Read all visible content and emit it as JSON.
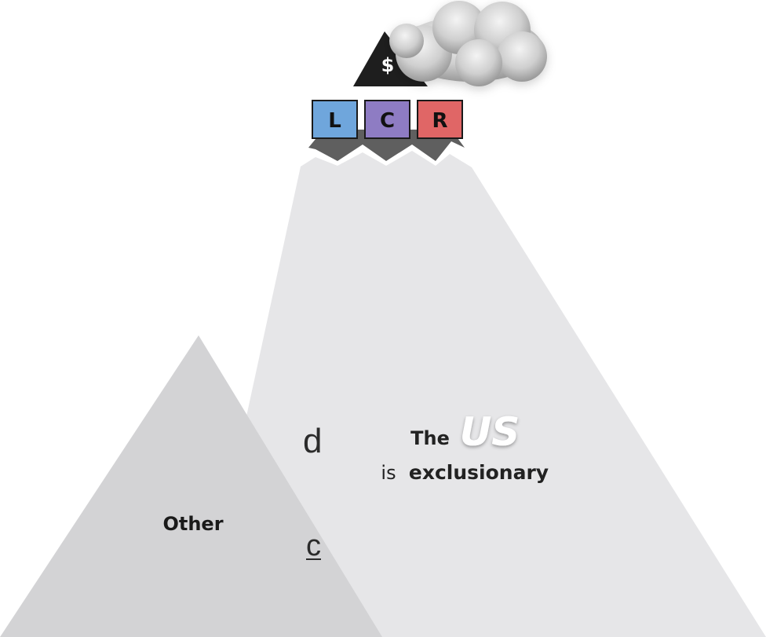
{
  "summit": {
    "currency_symbol": "$",
    "boxes": [
      {
        "label": "L",
        "color": "#6fa6dc"
      },
      {
        "label": "C",
        "color": "#8e7cc3"
      },
      {
        "label": "R",
        "color": "#e06666"
      }
    ]
  },
  "main_peak": {
    "line1_prefix": "The",
    "line1_emphasis": "US",
    "line2_prefix": "is",
    "line2_emphasis": "exclusionary"
  },
  "side_peak": {
    "label": "Other"
  },
  "left_fragments": [
    "d",
    "c"
  ],
  "colors": {
    "main_peak": "#e6e6e8",
    "side_peak": "#d3d3d5",
    "summit_triangle": "#1e1e1e",
    "base_band": "#5f5f5f"
  }
}
